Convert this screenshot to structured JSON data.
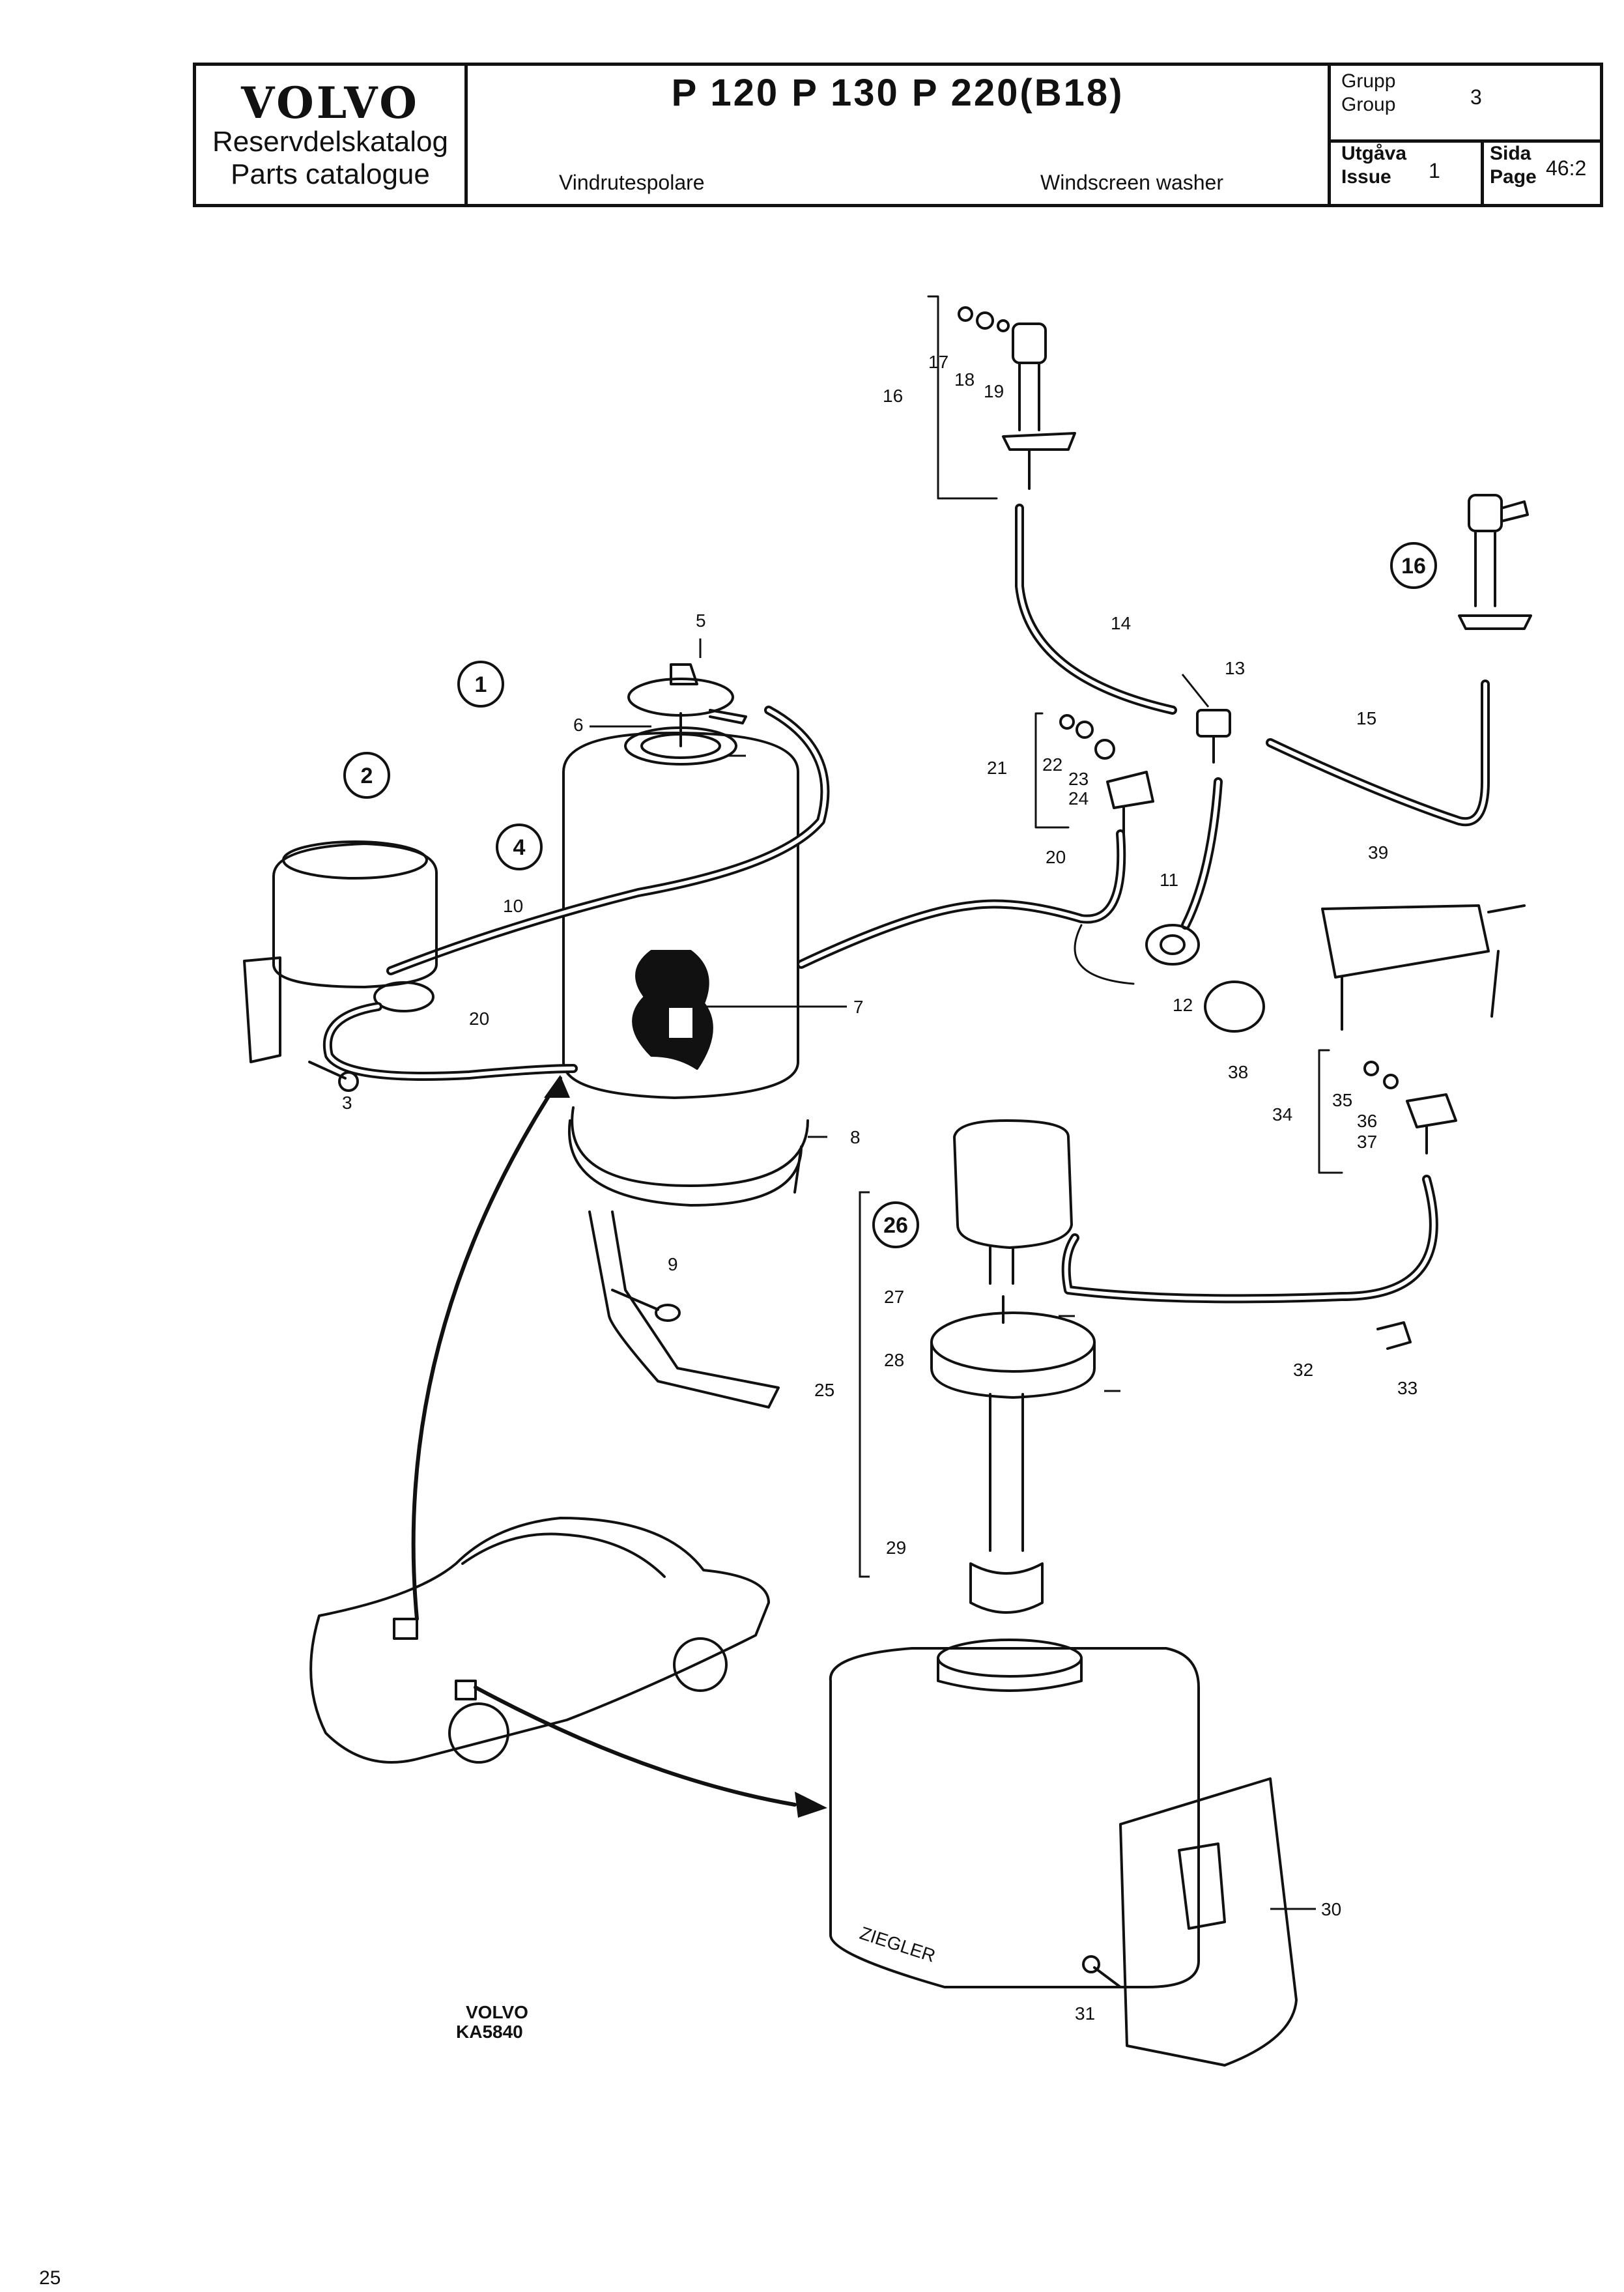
{
  "header": {
    "brand": "VOLVO",
    "catalog_sv": "Reservdelskatalog",
    "catalog_en": "Parts catalogue",
    "models": "P 120  P 130  P 220(B18)",
    "title_sv": "Vindrutespolare",
    "title_en": "Windscreen washer",
    "group_label_sv": "Grupp",
    "group_label_en": "Group",
    "group_value": "3",
    "issue_label_sv": "Utgåva",
    "issue_label_en": "Issue",
    "issue_value": "1",
    "page_label_sv": "Sida",
    "page_label_en": "Page",
    "page_value": "46:2"
  },
  "part_labels": [
    "1",
    "2",
    "3",
    "4",
    "5",
    "6",
    "7",
    "8",
    "9",
    "10",
    "11",
    "12",
    "13",
    "14",
    "15",
    "16",
    "17",
    "18",
    "19",
    "20",
    "21",
    "22",
    "23",
    "24",
    "25",
    "26",
    "27",
    "28",
    "29",
    "30",
    "31",
    "32",
    "33",
    "34",
    "35",
    "36",
    "37",
    "38",
    "39"
  ],
  "circled_parts": [
    "1",
    "2",
    "4",
    "16",
    "26"
  ],
  "tank_text": "ZIEGLER",
  "drawing_ref": {
    "brand": "VOLVO",
    "code": "KA5840"
  },
  "page_footer_number": "25"
}
